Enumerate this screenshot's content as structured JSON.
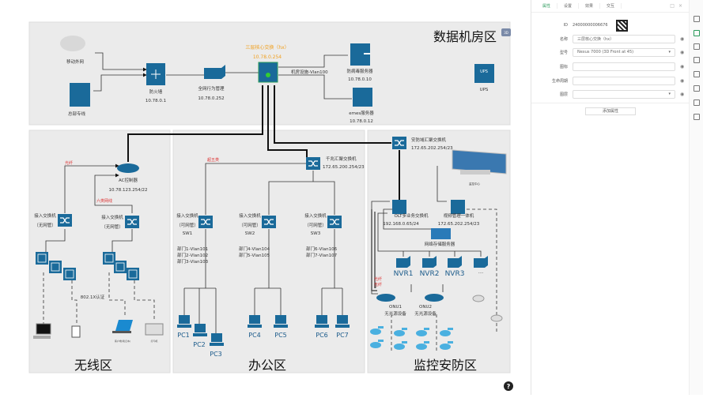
{
  "zones": {
    "datacenter": "数据机房区",
    "wireless": "无线区",
    "office": "办公区",
    "security": "监控安防区",
    "badge_3d": "3D"
  },
  "datacenter": {
    "cloud": "移动外网",
    "hq": "总部专线",
    "firewall": {
      "name": "防火墙",
      "ip": "10.78.0.1"
    },
    "behavior": {
      "name": "全网行为管理",
      "ip": "10.78.0.252"
    },
    "core": {
      "name": "三层核心交换（hx）",
      "ip": "10.78.0.254"
    },
    "vlan": "机房设施-Vlan100",
    "antivirus": {
      "name": "防病毒服务器",
      "ip": "10.78.0.10"
    },
    "emes": {
      "name": "emes服务器",
      "ip": "10.78.0.12"
    },
    "ups": "UPS"
  },
  "wireless": {
    "ac": {
      "name": "AC控制器",
      "ip": "10.78.123.254/22"
    },
    "fiber": "光纤",
    "cat6": "六类网线",
    "sw_label": "接入交换机",
    "sw_sub": "（无网管）",
    "auth": "802.1X认证",
    "laptop2": "客户端(笔记本)",
    "printer": "打印机"
  },
  "office": {
    "agg": {
      "name": "千兆汇聚交换机",
      "ip": "172.65.200.254/23"
    },
    "cat5": "超五类",
    "sw_label": "接入交换机",
    "sw_sub": "（可网管）",
    "switches": [
      "SW1",
      "SW2",
      "SW3"
    ],
    "vlans": [
      "部门1-Vlan101",
      "部门2-Vlan102",
      "部门3-Vlan103",
      "部门4-Vlan104",
      "部门5-Vlan105",
      "部门6-Vlan106",
      "部门7-Vlan107"
    ],
    "pcs": [
      "PC1",
      "PC2",
      "PC3",
      "PC4",
      "PC5",
      "PC6",
      "PC7"
    ]
  },
  "security": {
    "agg": {
      "name": "安防域汇聚交换机",
      "ip": "172.65.202.254/23"
    },
    "wall": "监控中心",
    "olt": {
      "name": "OLT多业务交换机",
      "ip": "192.168.0.65/24"
    },
    "vms": {
      "name": "视频管理一体机",
      "ip": "172.65.202.254/23"
    },
    "nas": "网络存储服务器",
    "nvrs": [
      "NVR1",
      "NVR2",
      "NVR3",
      "...."
    ],
    "fiber": "光纤",
    "onu1": {
      "name": "ONU1",
      "sub": "无光源设备"
    },
    "onu2": {
      "name": "ONU2",
      "sub": "无光源设备"
    }
  },
  "help": "?",
  "panel": {
    "tabs": [
      "属性",
      "设置",
      "效果",
      "交互"
    ],
    "id_label": "ID",
    "id_value": "24000000006676",
    "fields": [
      {
        "label": "名称",
        "value": "三层核心交换（hx）"
      },
      {
        "label": "型号",
        "value": "Nexus 7000 (3D Front at 45)"
      },
      {
        "label": "图标",
        "value": ""
      },
      {
        "label": "生命周期",
        "value": ""
      },
      {
        "label": "图层",
        "value": ""
      }
    ],
    "add_button": "添加属性"
  },
  "colors": {
    "device": "#1a6a9a",
    "zone_bg": "#ebebeb",
    "accent": "#2a9a5a",
    "core_label": "#f0a020",
    "red_label": "#dd3333"
  }
}
